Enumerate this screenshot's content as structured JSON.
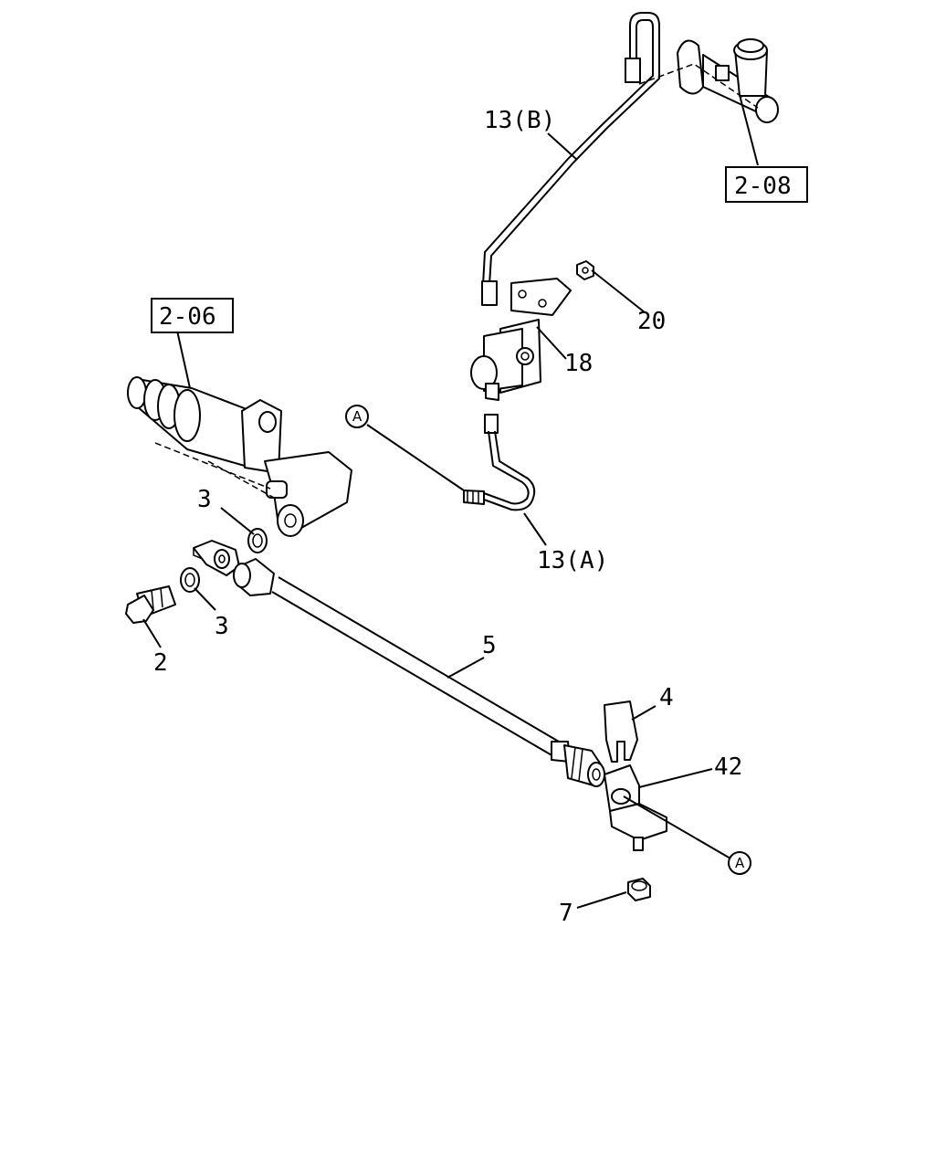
{
  "callouts": {
    "c13b": "13(B)",
    "c208": "2-08",
    "c206": "2-06",
    "c20": "20",
    "c18": "18",
    "cA1": "A",
    "c3a": "3",
    "c13a": "13(A)",
    "c3b": "3",
    "c2": "2",
    "c5": "5",
    "c4": "4",
    "c42": "42",
    "cA2": "A",
    "c7": "7"
  }
}
